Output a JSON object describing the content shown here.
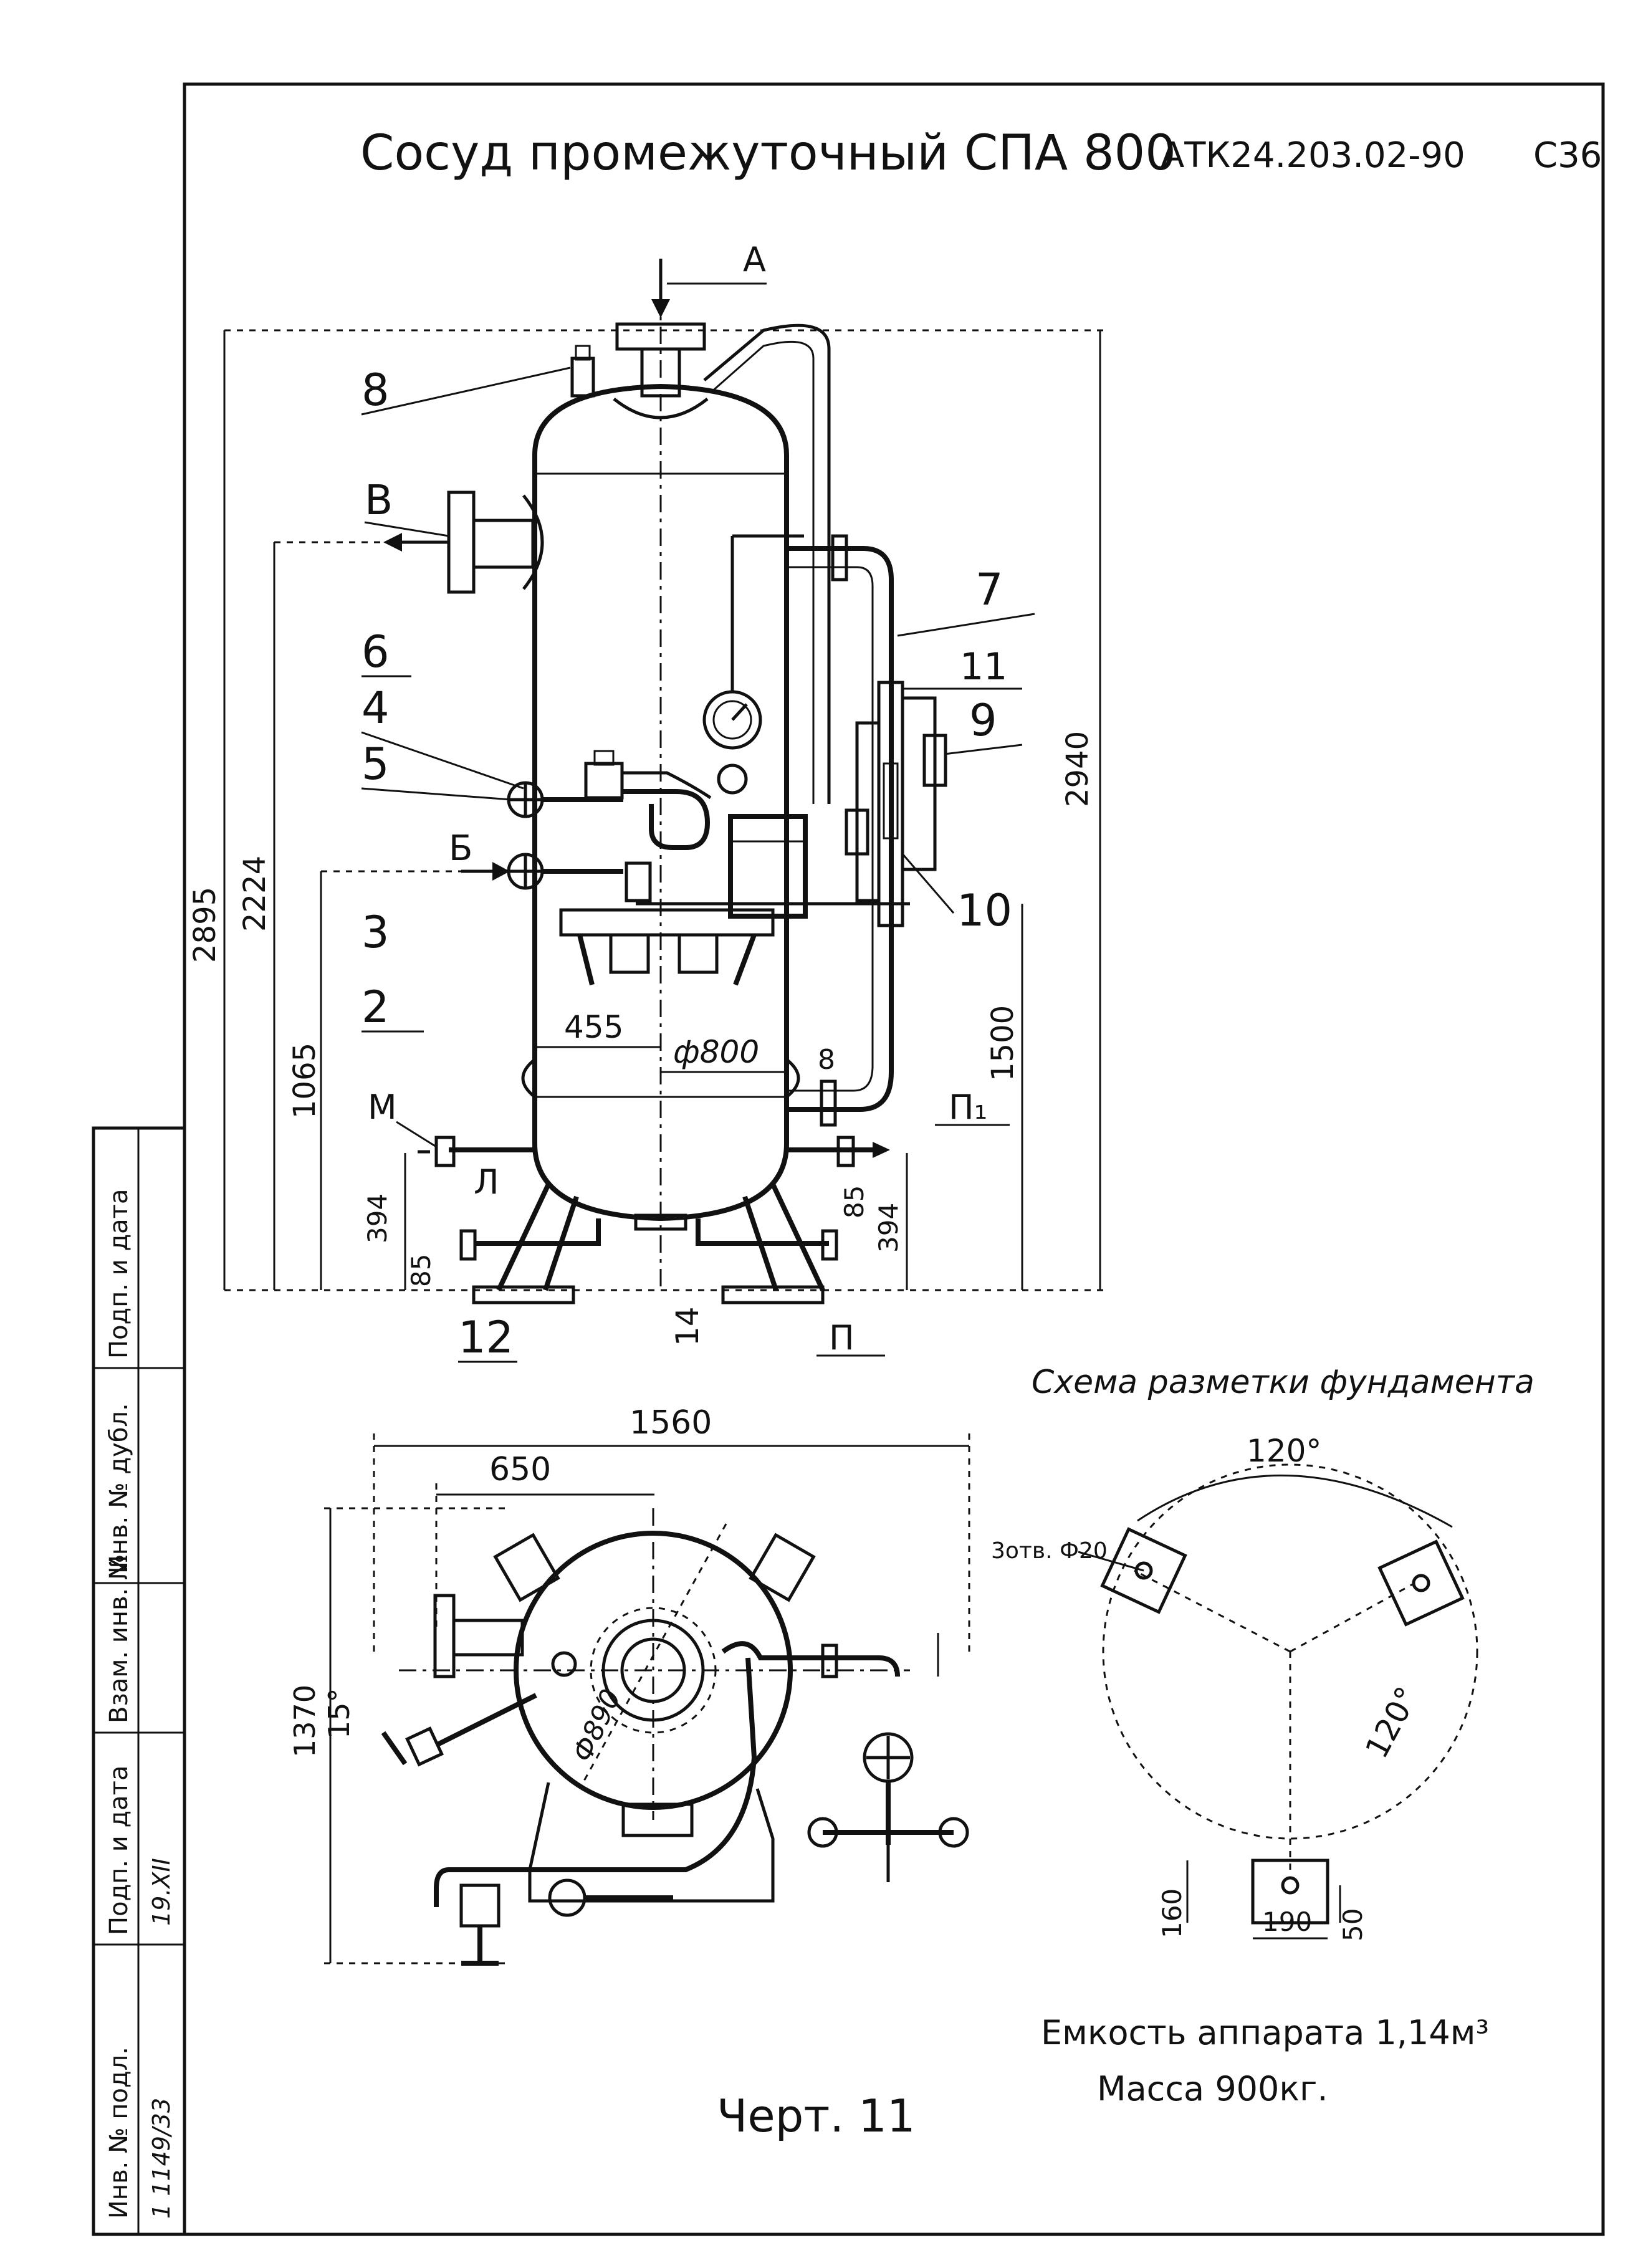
{
  "header": {
    "title": "Сосуд промежуточный СПА 800",
    "doc_code": "АТК24.203.02-90",
    "sheet_no": "С36"
  },
  "side_stamp": {
    "cells": [
      "Инв. № подл.",
      "Подп. и дата",
      "Взам. инв. №",
      "Инв. № дубл.",
      "Подп. и дата"
    ],
    "values": [
      "1 1149/33",
      "19.XII"
    ]
  },
  "front_view": {
    "view_label_a": "А",
    "view_label_v": "В",
    "view_label_b": "Б",
    "view_label_m": "М",
    "view_label_l": "Л",
    "view_label_p": "П",
    "view_label_p1": "П₁",
    "callouts": [
      "8",
      "6",
      "4",
      "5",
      "3",
      "2",
      "7",
      "11",
      "9",
      "10",
      "12",
      "14"
    ],
    "dims": {
      "d2940": "2940",
      "d2895": "2895",
      "d2224": "2224",
      "d1500": "1500",
      "d1065": "1065",
      "d394_left": "394",
      "d85_left": "85",
      "d394_right": "394",
      "d85_right": "85",
      "d455": "455",
      "dia800": "ф800",
      "d8": "8"
    }
  },
  "plan_view": {
    "dims": {
      "d1560": "1560",
      "d650": "650",
      "d1370": "1370",
      "d15deg": "15°",
      "dia890": "Ф890"
    }
  },
  "foundation": {
    "title": "Схема разметки фундамента",
    "angle_top": "120°",
    "angle_right": "120°",
    "holes": "3отв. Ф20",
    "d160": "160",
    "d190": "190",
    "d50": "50"
  },
  "notes": {
    "capacity": "Емкость аппарата 1,14м³",
    "mass": "Масса 900кг."
  },
  "figure_caption": "Черт. 11"
}
